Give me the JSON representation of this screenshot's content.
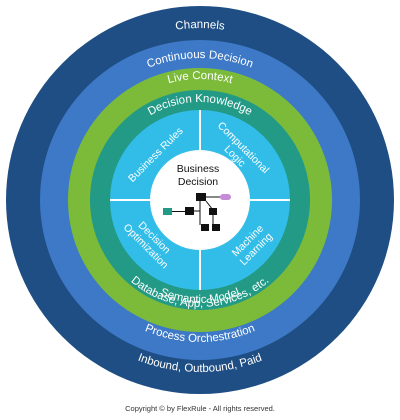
{
  "rings": {
    "channels": {
      "label": "Channels",
      "color": "#1e4e84"
    },
    "continuous_decision": {
      "label": "Continuous Decision",
      "color": "#3d79c6"
    },
    "live_context": {
      "label": "Live Context",
      "color": "#7cbb3a"
    },
    "decision_knowledge": {
      "label": "Decision Knowledge",
      "color": "#239a86"
    },
    "semantic_model": {
      "label": "Semantic Model"
    },
    "database": {
      "label": "Database, App, Services, etc."
    },
    "process_orchestration": {
      "label": "Process Orchestration"
    },
    "inbound": {
      "label": "Inbound, Outbound, Paid"
    }
  },
  "quadrants": {
    "color": "#32bde9",
    "business_rules": {
      "line1": "Business Rules"
    },
    "computational_logic": {
      "line1": "Computational",
      "line2": "Logic"
    },
    "decision_optimization": {
      "line1": "Decision",
      "line2": "Optimization"
    },
    "machine_learning": {
      "line1": "Machine",
      "line2": "Learning"
    }
  },
  "center": {
    "line1": "Business",
    "line2": "Decision",
    "icon": "decision-flow-icon"
  },
  "footer": {
    "copyright": "Copyright © by FlexRule - All rights reserved."
  }
}
